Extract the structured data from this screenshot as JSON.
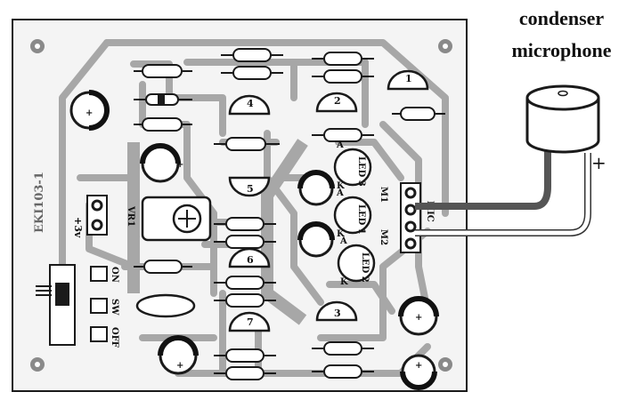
{
  "title_line1": "condenser",
  "title_line2": "microphone",
  "board_id": "EKI103-1",
  "power": {
    "minus": "−",
    "plus": "+3v"
  },
  "switch_labels": {
    "on": "ON",
    "sw": "SW",
    "off": "OFF"
  },
  "vr_label": "VR1",
  "mic_label": "MIC",
  "m1_label": "M1",
  "m2_label": "M2",
  "led_labels": [
    "LED 3",
    "LED 1",
    "LED 2"
  ],
  "led_anode": "A",
  "led_cathode": "K",
  "transistor_numbers": [
    "1",
    "2",
    "3",
    "4",
    "5",
    "6",
    "7"
  ],
  "mic_plus": "+",
  "cap_plus": "+",
  "colors": {
    "board": "#f4f4f4",
    "trace": "#a7a7a7",
    "pad": "#3a3a3a",
    "outline": "#1a1a1a"
  }
}
